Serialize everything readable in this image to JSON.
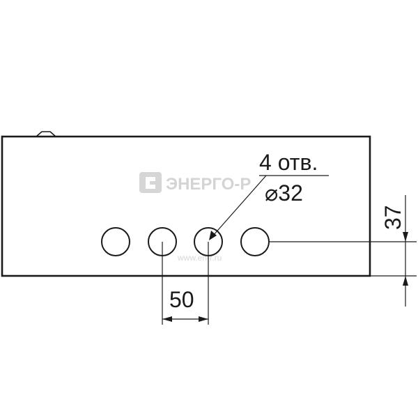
{
  "drawing": {
    "hole_callout_count": "4 отв.",
    "hole_callout_diameter": "⌀32",
    "hole_spacing_dimension": "50",
    "hole_height_dimension": "37"
  },
  "watermark": {
    "brand": "ЭНЕРГО-Р",
    "url": "www.en-r.ru"
  },
  "colors": {
    "line": "#1a1a1a",
    "watermark": "#d4d4d4",
    "background": "#ffffff"
  }
}
